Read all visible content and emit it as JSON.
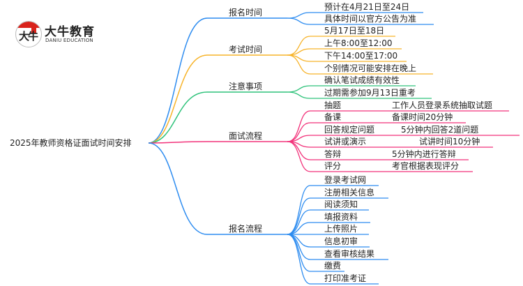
{
  "logo": {
    "title": "大牛教育",
    "subtitle": "DANIU EDUCATION",
    "mark": "大牛"
  },
  "root": {
    "label": "2025年教师资格证面试时间安排"
  },
  "branches": [
    {
      "label": "报名时间",
      "color": "#2d8cf0",
      "children": [
        {
          "label": "预计在4月21日至24日"
        },
        {
          "label": "具体时间以官方公告为准"
        }
      ]
    },
    {
      "label": "考试时间",
      "color": "#f7b329",
      "children": [
        {
          "label": "5月17日至18日"
        },
        {
          "label": "上午8:00至12:00"
        },
        {
          "label": "下午14:00至17:00"
        },
        {
          "label": "个别情况可能安排在晚上"
        }
      ]
    },
    {
      "label": "注意事项",
      "color": "#2ec27a",
      "children": [
        {
          "label": "确认笔试成绩有效性"
        },
        {
          "label": "过期需参加9月13日重考"
        }
      ]
    },
    {
      "label": "面试流程",
      "color": "#f2327a",
      "children": [
        {
          "label": "抽题",
          "detail": "工作人员登录系统抽取试题"
        },
        {
          "label": "备课",
          "detail": "备课时间20分钟"
        },
        {
          "label": "回答规定问题",
          "detail": "5分钟内回答2道问题"
        },
        {
          "label": "试讲或演示",
          "detail": "试讲时间10分钟"
        },
        {
          "label": "答辩",
          "detail": "5分钟内进行答辩"
        },
        {
          "label": "评分",
          "detail": "考官根据表现评分"
        }
      ]
    },
    {
      "label": "报名流程",
      "color": "#2d8cf0",
      "children": [
        {
          "label": "登录考试网"
        },
        {
          "label": "注册相关信息"
        },
        {
          "label": "阅读须知"
        },
        {
          "label": "填报资料"
        },
        {
          "label": "上传照片"
        },
        {
          "label": "信息初审"
        },
        {
          "label": "查看审核结果"
        },
        {
          "label": "缴费"
        },
        {
          "label": "打印准考证"
        }
      ]
    }
  ]
}
